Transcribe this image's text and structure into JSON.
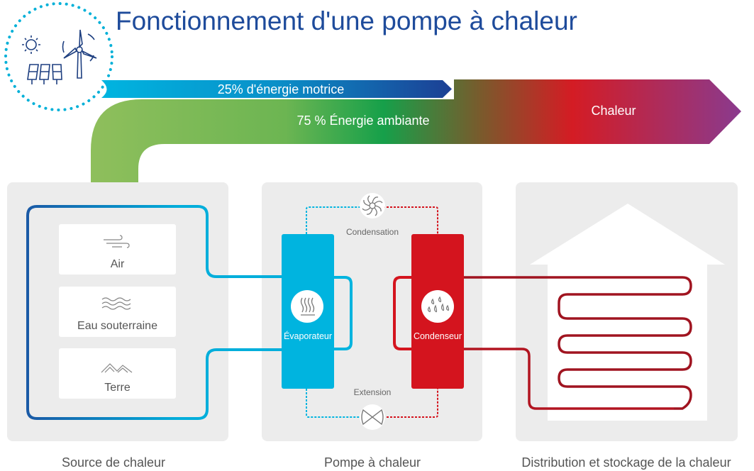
{
  "title": "Fonctionnement d'une pompe à chaleur",
  "flows": {
    "drive_energy": "25% d'énergie motrice",
    "ambient_energy": "75 % Énergie ambiante",
    "heat": "Chaleur"
  },
  "sources": [
    {
      "label": "Air",
      "icon": "wind-icon"
    },
    {
      "label": "Eau souterraine",
      "icon": "water-waves-icon"
    },
    {
      "label": "Terre",
      "icon": "mountains-icon"
    }
  ],
  "heat_pump": {
    "evaporator": "Évaporateur",
    "condenser": "Condenseur",
    "condensation": "Condensation",
    "extension": "Extension"
  },
  "sections": {
    "source": "Source de chaleur",
    "pump": "Pompe à chaleur",
    "distribution": "Distribution et stockage de la chaleur"
  },
  "colors": {
    "title": "#1e4b9b",
    "cyan": "#00b4df",
    "red": "#d4141e",
    "panel": "#ececec"
  }
}
